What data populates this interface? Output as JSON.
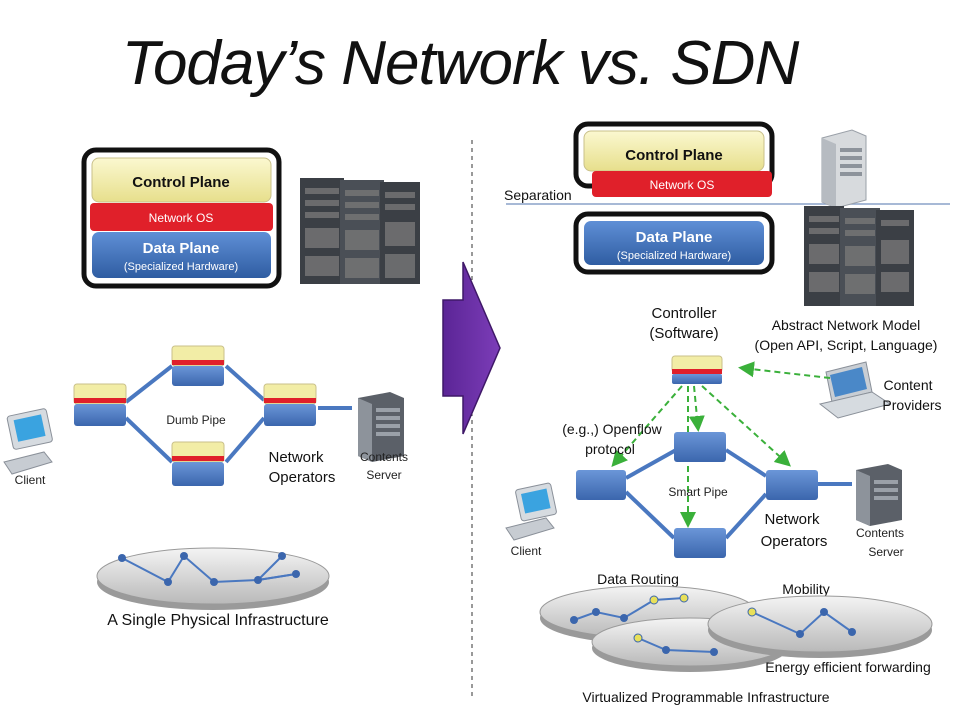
{
  "title": "Today’s Network vs. SDN",
  "planes": {
    "control": "Control Plane",
    "network_os": "Network OS",
    "data": "Data Plane",
    "data_sub": "(Specialized Hardware)"
  },
  "left": {
    "dumb_pipe": "Dumb Pipe",
    "network_operators": [
      "Network",
      "Operators"
    ],
    "contents_server": [
      "Contents",
      "Server"
    ],
    "client": "Client",
    "infrastructure": "A Single Physical Infrastructure"
  },
  "right": {
    "separation": "Separation",
    "controller": [
      "Controller",
      "(Software)"
    ],
    "abstract_model": [
      "Abstract Network Model",
      "(Open API, Script, Language)"
    ],
    "content_providers": [
      "Content",
      "Providers"
    ],
    "openflow": [
      "(e.g.,) Openflow",
      "protocol"
    ],
    "smart_pipe": "Smart Pipe",
    "network_operators": [
      "Network",
      "Operators"
    ],
    "contents_server": [
      "Contents",
      "Server"
    ],
    "client": "Client",
    "data_routing": "Data Routing",
    "mobility": "Mobility",
    "energy": "Energy efficient forwarding",
    "infrastructure": "Virtualized Programmable Infrastructure"
  },
  "colors": {
    "control_plane": "#f2eda6",
    "network_os": "#e0202a",
    "data_plane": "#3f6fb5",
    "node": "#4a78c0",
    "arrow": "#6a2fa0",
    "openflow_link": "#3ab03a",
    "separator": "#8aa2c8"
  },
  "icons": {
    "router_rack": "router-rack-icon",
    "server": "server-tower-icon",
    "client": "desktop-computer-icon",
    "laptop": "laptop-icon",
    "big_arrow": "right-arrow-icon"
  }
}
